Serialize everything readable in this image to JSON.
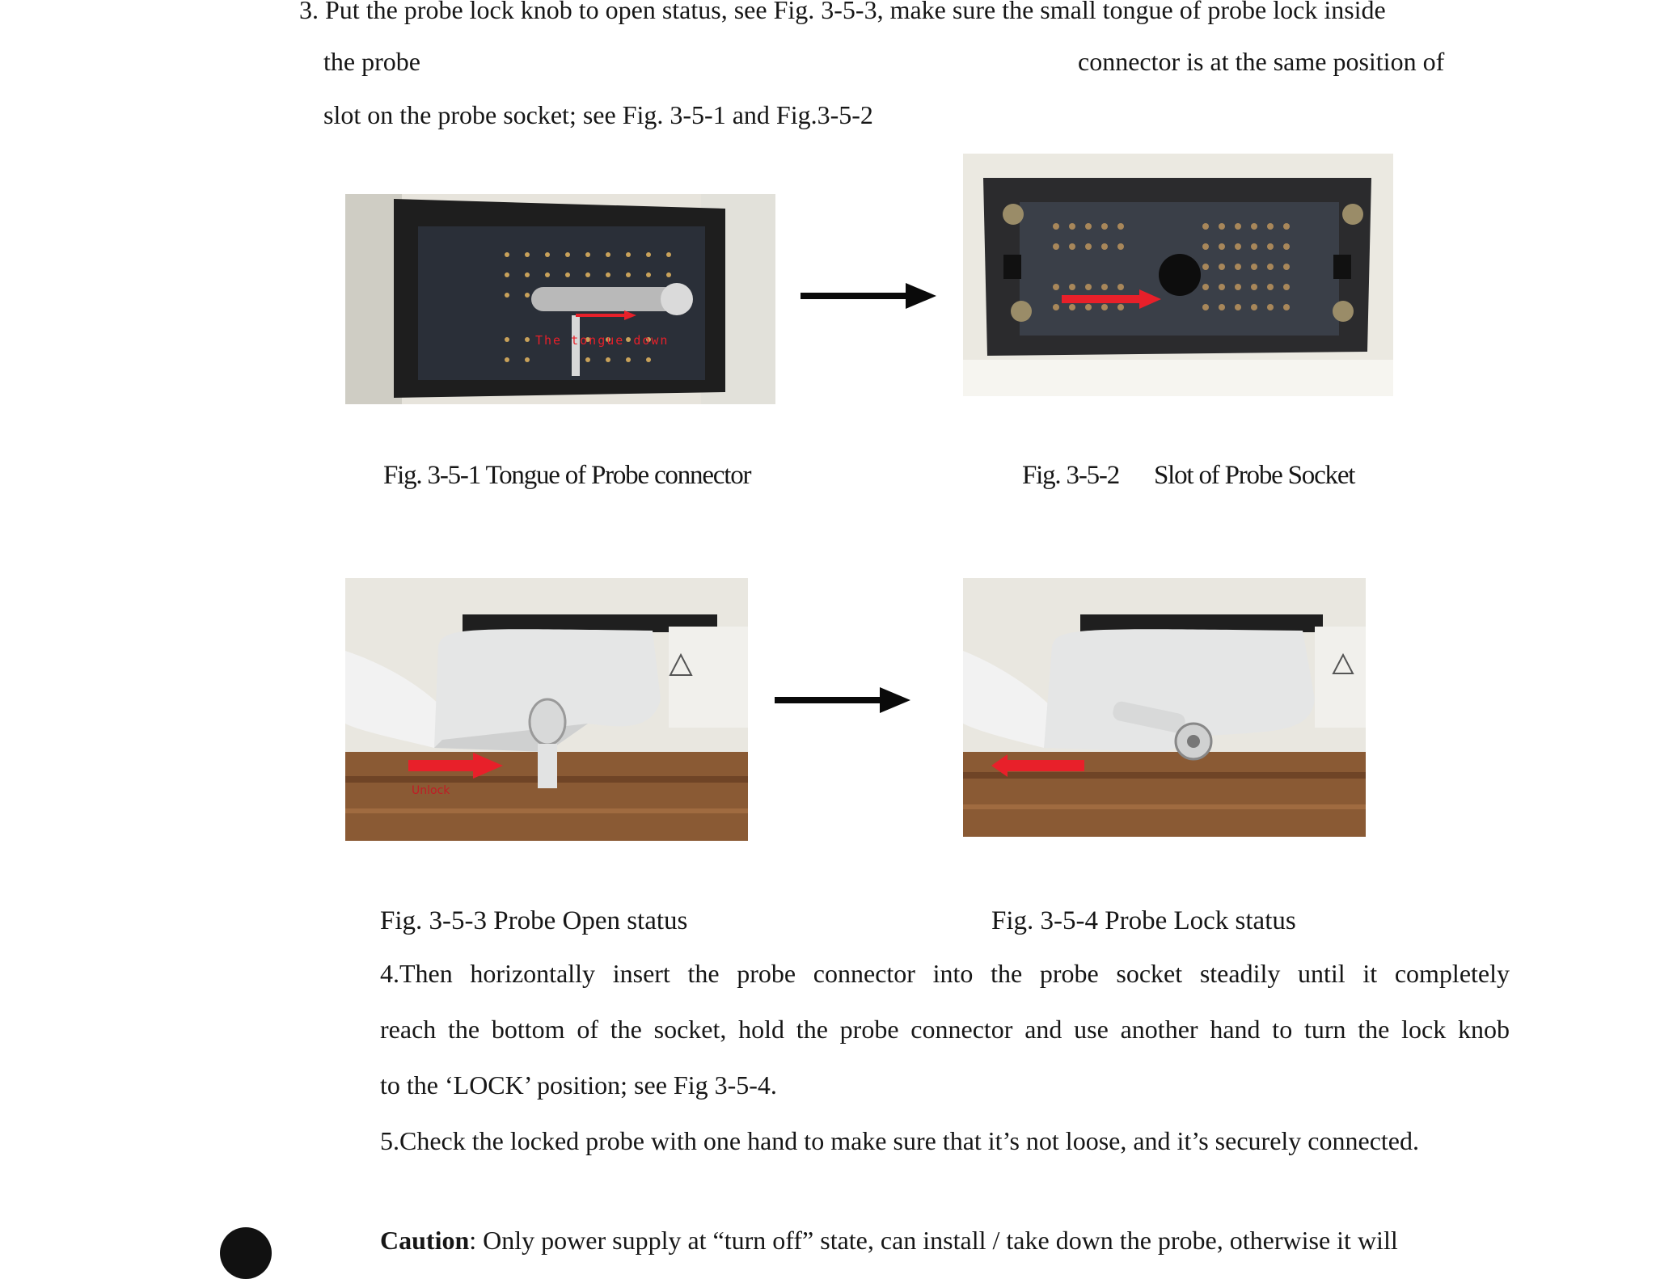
{
  "step3": {
    "line1": "3. Put the probe lock knob to open status, see Fig. 3-5-3, make sure the small tongue of probe lock inside",
    "line2_left": "the probe",
    "line2_right": "connector is at the same position of",
    "line3": "slot on the probe socket; see Fig. 3-5-1 and Fig.3-5-2"
  },
  "figures": {
    "fig1": {
      "caption": "Fig. 3-5-1 Tongue of Probe connector",
      "photo_label": "The tongue down"
    },
    "fig2": {
      "caption_num": "Fig. 3-5-2",
      "caption_text": "Slot of Probe Socket"
    },
    "fig3": {
      "caption": "Fig. 3-5-3 Probe Open status",
      "photo_label": "Unlock"
    },
    "fig4": {
      "caption": "Fig. 3-5-4 Probe Lock status"
    }
  },
  "step4": {
    "line1": "4.Then horizontally insert the probe connector into the probe socket steadily until it completely",
    "line2": "reach the bottom of the socket, hold the probe connector and use another hand to turn the lock knob",
    "line3": "to the ‘LOCK’ position; see Fig 3-5-4."
  },
  "step5": {
    "line1": "5.Check the locked probe with one hand to make sure that it’s not loose, and it’s securely connected."
  },
  "caution": {
    "label": "Caution",
    "text": ": Only power supply at “turn off” state, can install / take down the probe, otherwise it will"
  },
  "colors": {
    "text": "#161616",
    "arrow": "#0a0a0a",
    "marker": "#e8202a"
  }
}
